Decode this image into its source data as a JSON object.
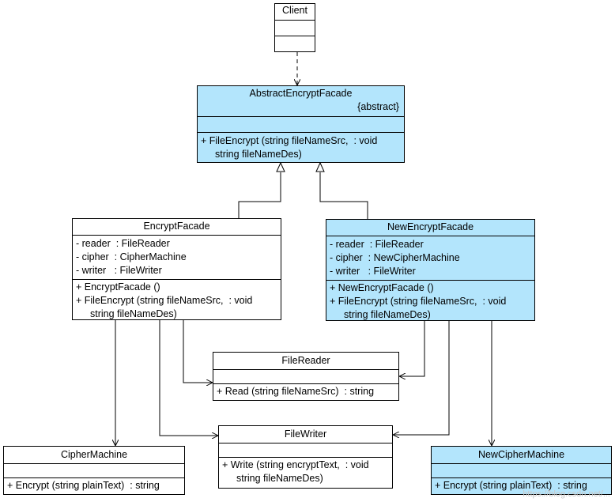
{
  "classes": {
    "client": {
      "name": "Client"
    },
    "abstract_facade": {
      "name": "AbstractEncryptFacade",
      "stereotype": "{abstract}",
      "ops": [
        "+ FileEncrypt (string fileNameSrc,  : void",
        "string fileNameDes)"
      ]
    },
    "encrypt_facade": {
      "name": "EncryptFacade",
      "attrs": [
        "- reader  : FileReader",
        "- cipher  : CipherMachine",
        "- writer   : FileWriter"
      ],
      "ops": [
        "+ EncryptFacade ()",
        "+ FileEncrypt (string fileNameSrc,  : void",
        "string fileNameDes)"
      ]
    },
    "new_encrypt_facade": {
      "name": "NewEncryptFacade",
      "attrs": [
        "- reader  : FileReader",
        "- cipher  : NewCipherMachine",
        "- writer   : FileWriter"
      ],
      "ops": [
        "+ NewEncryptFacade ()",
        "+ FileEncrypt (string fileNameSrc,  : void",
        "string fileNameDes)"
      ]
    },
    "file_reader": {
      "name": "FileReader",
      "ops": [
        "+ Read (string fileNameSrc)  : string"
      ]
    },
    "file_writer": {
      "name": "FileWriter",
      "ops": [
        "+ Write (string encryptText,  : void",
        "string fileNameDes)"
      ]
    },
    "cipher_machine": {
      "name": "CipherMachine",
      "ops": [
        "+ Encrypt (string plainText)  : string"
      ]
    },
    "new_cipher_machine": {
      "name": "NewCipherMachine",
      "ops": [
        "+ Encrypt (string plainText)  : string"
      ]
    }
  },
  "colors": {
    "highlight": "#b3e5fc",
    "line": "#000000"
  },
  "watermark": "https://blog.csdn.net/..."
}
